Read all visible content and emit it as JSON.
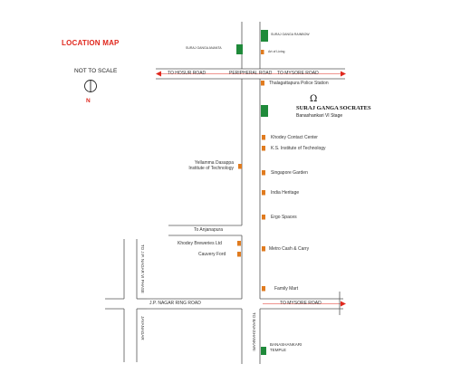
{
  "map": {
    "title": "LOCATION MAP",
    "scale_note": "NOT TO SCALE",
    "north_label": "N",
    "project": {
      "logo": "Ω",
      "name": "SURAJ GANGA SOCRATES",
      "locality": "Banashankari VI Stage"
    },
    "roads": {
      "peripheral_left": "TO HOSUR ROAD",
      "peripheral_mid": "PERIPHERAL ROAD",
      "peripheral_right": "TO MYSORE ROAD",
      "jp_nagar_ring": "J.P. NAGAR RING ROAD",
      "jp_nagar_right": "TO MYSORE ROAD",
      "to_anjanapura": "To Anjanapura",
      "to_banashankari": "TO BANASHANKARI",
      "jp_nagar_vi_phase": "TO J.P. NAGAR VI PHASE",
      "jayanagar": "JAYANAGAR"
    },
    "landmarks": [
      "SURAJ GANGA ANANTA",
      "SURAJ GANGA RAINBOW",
      "Art of Living",
      "Thalagattapura Police Station",
      "Khodey Contact Center",
      "K.S. Institute of Technology",
      "Yellamma Dasappa Institute of Technology",
      "Singapore Garden",
      "India Heritage",
      "Ergo Spaces",
      "Khodey Breweries Ltd",
      "Cauvery Ford",
      "Metro Cash & Carry",
      "Family Mart",
      "BANASHANKARI TEMPLE"
    ],
    "colors": {
      "road": "#555555",
      "arrow": "#e0281e",
      "landmark_marker": "#e07b1f",
      "project_marker": "#1f8a3a",
      "title": "#e0281e"
    }
  }
}
